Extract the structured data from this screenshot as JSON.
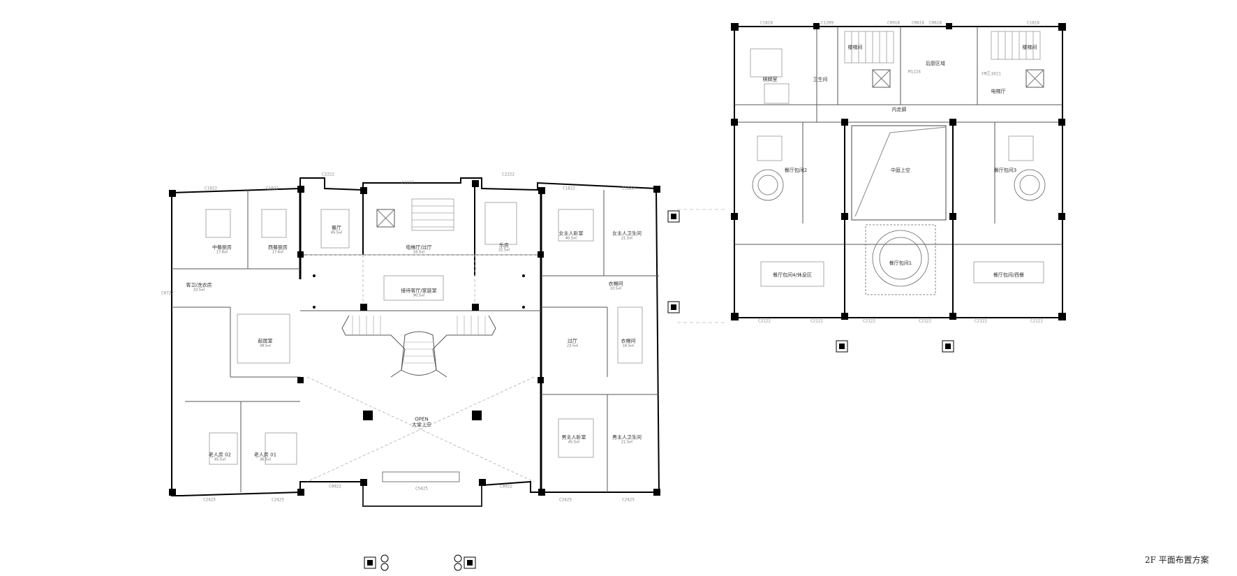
{
  "sheet_title": "2F 平面布置方案",
  "left_plan": {
    "rooms": [
      {
        "id": "kitchen-cn",
        "name": "中餐厨房",
        "area": "17.6㎡"
      },
      {
        "id": "kitchen-west",
        "name": "西餐厨房",
        "area": "17.6㎡"
      },
      {
        "id": "dining",
        "name": "餐厅",
        "area": "45.5㎡"
      },
      {
        "id": "elevator-hall",
        "name": "电梯厅/过厅",
        "area": "16.5㎡"
      },
      {
        "id": "music",
        "name": "乐房",
        "area": "32.5㎡"
      },
      {
        "id": "hostess-bed",
        "name": "女主人卧室",
        "area": "40.5㎡"
      },
      {
        "id": "hostess-bath",
        "name": "女主人卫生间",
        "area": "21.5㎡"
      },
      {
        "id": "guest-wc",
        "name": "客卫/洗衣房",
        "area": "10.5㎡"
      },
      {
        "id": "reception",
        "name": "接待客厅/家庭室",
        "area": "90.5㎡"
      },
      {
        "id": "closet-1",
        "name": "衣帽间",
        "area": "10.5㎡"
      },
      {
        "id": "living",
        "name": "起居室",
        "area": "38.5㎡"
      },
      {
        "id": "passage",
        "name": "过厅",
        "area": "23.5㎡"
      },
      {
        "id": "closet-2",
        "name": "衣帽间",
        "area": "16.5㎡"
      },
      {
        "id": "elder-2",
        "name": "老人房 02",
        "area": "45.5㎡"
      },
      {
        "id": "elder-1",
        "name": "老人房 01",
        "area": "36.5㎡"
      },
      {
        "id": "host-bed",
        "name": "男主人卧室",
        "area": "45.5㎡"
      },
      {
        "id": "host-bath",
        "name": "男主人卫生间",
        "area": "21.5㎡"
      }
    ],
    "open_label": "OPEN",
    "open_sub": "大堂上空",
    "window_codes": [
      "C1822",
      "C1822",
      "C2222",
      "C1222",
      "C2222",
      "C1822",
      "C1822",
      "C2425",
      "C2425",
      "C5425",
      "C2425",
      "C2425",
      "C0722",
      "C0922",
      "C0922"
    ]
  },
  "right_plan": {
    "rooms": [
      {
        "id": "chess",
        "name": "棋牌室"
      },
      {
        "id": "wc",
        "name": "卫生间"
      },
      {
        "id": "stairs-1",
        "name": "楼梯间"
      },
      {
        "id": "back-kitchen",
        "name": "后厨区域"
      },
      {
        "id": "stairs-2",
        "name": "楼梯间"
      },
      {
        "id": "elevator",
        "name": "电梯厅"
      },
      {
        "id": "corridor",
        "name": "内走廊"
      },
      {
        "id": "private-2",
        "name": "餐厅包间2"
      },
      {
        "id": "atrium",
        "name": "中庭上空"
      },
      {
        "id": "private-3",
        "name": "餐厅包间3"
      },
      {
        "id": "private-1",
        "name": "餐厅包间1"
      },
      {
        "id": "private-4",
        "name": "餐厅包间4/休息区"
      },
      {
        "id": "private-west",
        "name": "餐厅包间/西餐"
      }
    ],
    "door_codes": [
      "FM乙1021",
      "M1224"
    ],
    "window_codes": [
      "C1818",
      "C1209",
      "C0918",
      "C0618",
      "C0618",
      "C1818",
      "C2122",
      "C2122",
      "C2122",
      "C2122",
      "C2122",
      "C2122"
    ]
  },
  "colors": {
    "wall": "#000000",
    "line": "#555555",
    "thin": "#999999",
    "dash": "#aaaaaa"
  }
}
